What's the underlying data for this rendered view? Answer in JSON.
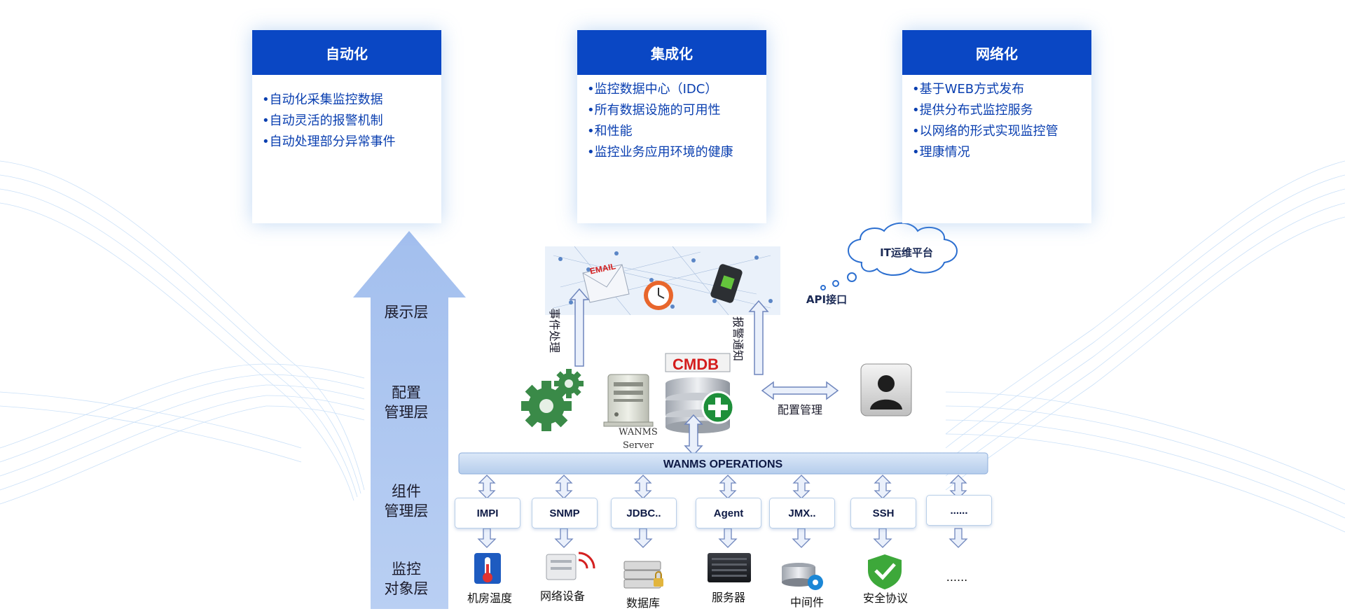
{
  "cards": [
    {
      "title": "自动化",
      "items": [
        "自动化采集监控数据",
        "自动灵活的报警机制",
        "自动处理部分异常事件"
      ]
    },
    {
      "title": "集成化",
      "items": [
        "监控数据中心（IDC）",
        "所有数据设施的可用性",
        "和性能",
        "监控业务应用环境的健康"
      ]
    },
    {
      "title": "网络化",
      "items": [
        "基于WEB方式发布",
        "提供分布式监控服务",
        "以网络的形式实现监控管",
        "理康情况"
      ]
    }
  ],
  "layers": [
    "展示层",
    "配置",
    "管理层",
    "组件",
    "管理层",
    "监控",
    "对象层"
  ],
  "cloud_label": "IT运维平台",
  "api_label": "API接口",
  "event_label": "事件处理",
  "alarm_label": "报警通知",
  "email_label": "EMAIL",
  "cmdb_label": "CMDB",
  "server_label_1": "WANMS",
  "server_label_2": "Server",
  "config_label": "配置管理",
  "operations_label": "WANMS OPERATIONS",
  "protocols": [
    "IMPI",
    "SNMP",
    "JDBC..",
    "Agent",
    "JMX..",
    "SSH",
    "......"
  ],
  "targets": [
    "机房温度",
    "网络设备",
    "数据库",
    "服务器",
    "中间件",
    "安全协议",
    "......"
  ],
  "colors": {
    "accent": "#0a47c4",
    "bar": "#c5d8ef",
    "arrow": "#a9c3ea",
    "gear": "#3a8a48"
  }
}
